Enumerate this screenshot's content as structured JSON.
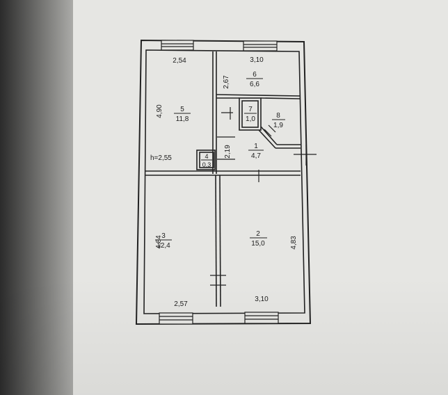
{
  "rooms": [
    {
      "number": "5",
      "area": "11,8"
    },
    {
      "number": "6",
      "area": "6,6"
    },
    {
      "number": "7",
      "area": "1,0"
    },
    {
      "number": "8",
      "area": "1,9"
    },
    {
      "number": "1",
      "area": "4,7"
    },
    {
      "number": "4",
      "area": "0,3"
    },
    {
      "number": "3",
      "area": "12,4"
    },
    {
      "number": "2",
      "area": "15,0"
    }
  ],
  "dimensions": {
    "top_left_width": "2,54",
    "top_right_width": "3,10",
    "room5_height": "4,90",
    "room6_height": "2,67",
    "hall_height": "2,19",
    "bottom_left_width": "2,57",
    "bottom_right_width": "3,10",
    "room3_height": "4,84",
    "room2_height": "4,83"
  },
  "ceiling_height": "h=2,55"
}
